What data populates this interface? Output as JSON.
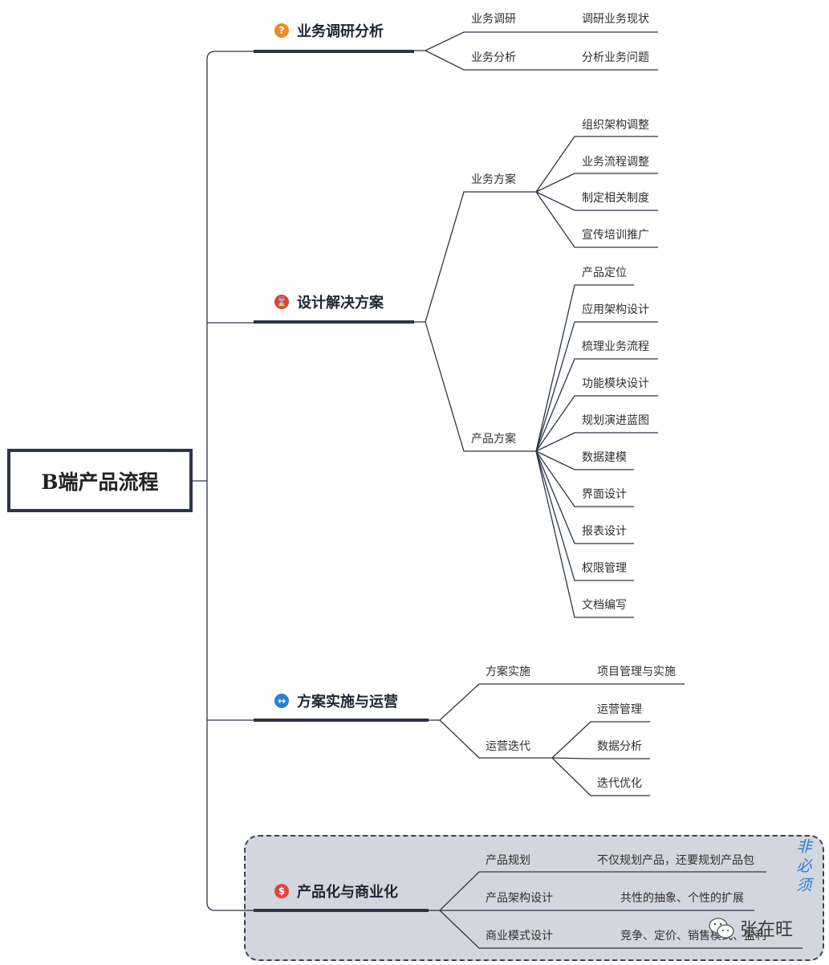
{
  "root": {
    "label": "B端产品流程"
  },
  "branches": [
    {
      "title": "业务调研分析",
      "icon": "question-icon",
      "children": [
        {
          "label": "业务调研",
          "leaves": [
            "调研业务现状"
          ]
        },
        {
          "label": "业务分析",
          "leaves": [
            "分析业务问题"
          ]
        }
      ]
    },
    {
      "title": "设计解决方案",
      "icon": "hourglass-icon",
      "children": [
        {
          "label": "业务方案",
          "leaves": [
            "组织架构调整",
            "业务流程调整",
            "制定相关制度",
            "宣传培训推广"
          ]
        },
        {
          "label": "产品方案",
          "leaves": [
            "产品定位",
            "应用架构设计",
            "梳理业务流程",
            "功能模块设计",
            "规划演进蓝图",
            "数据建模",
            "界面设计",
            "报表设计",
            "权限管理",
            "文档编写"
          ]
        }
      ]
    },
    {
      "title": "方案实施与运营",
      "icon": "arrows-icon",
      "children": [
        {
          "label": "方案实施",
          "leaves": [
            "项目管理与实施"
          ]
        },
        {
          "label": "运营迭代",
          "leaves": [
            "运营管理",
            "数据分析",
            "迭代优化"
          ]
        }
      ]
    },
    {
      "title": "产品化与商业化",
      "icon": "dollar-icon",
      "children": [
        {
          "label": "产品规划",
          "leaves": [
            "不仅规划产品，还要规划产品包"
          ]
        },
        {
          "label": "产品架构设计",
          "leaves": [
            "共性的抽象、个性的扩展"
          ]
        },
        {
          "label": "商业模式设计",
          "leaves": [
            "竞争、定价、销售模式、盈利"
          ]
        }
      ]
    }
  ],
  "side_note": [
    "非",
    "必",
    "须"
  ],
  "watermark": {
    "text": "张在旺",
    "icon": "wechat-icon"
  },
  "colors": {
    "line": "#2c3545",
    "side_note": "#2a7fd4",
    "optional_bg": "#d3d6de"
  }
}
